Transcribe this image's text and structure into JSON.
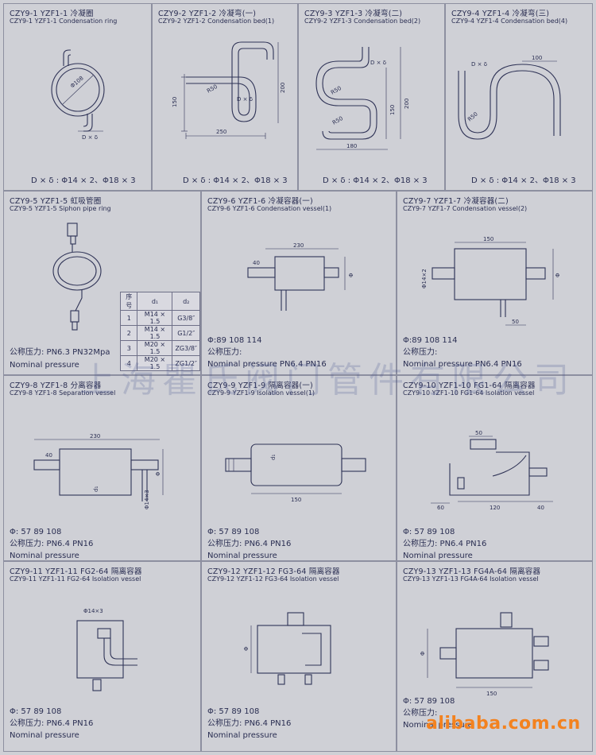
{
  "items": [
    {
      "id": "c1",
      "title": "CZY9-1  YZF1-1 冷凝圈",
      "subtitle": "CZY9-1  YZF1-1 Condensation ring",
      "spec": "D × δ : Φ14 × 2、Φ18 × 3",
      "dims": [
        "Φ108",
        "D × δ"
      ]
    },
    {
      "id": "c2",
      "title": "CZY9-2  YZF1-2 冷凝弯(一)",
      "subtitle": "CZY9-2  YZF1-2 Condensation bed(1)",
      "spec": "D × δ : Φ14 × 2、Φ18 × 3",
      "dims": [
        "R50",
        "150",
        "200",
        "D × δ",
        "250"
      ]
    },
    {
      "id": "c3",
      "title": "CZY9-3  YZF1-3 冷凝弯(二)",
      "subtitle": "CZY9-2  YZF1-3 Condensation bed(2)",
      "spec": "D × δ : Φ14 × 2、Φ18 × 3",
      "dims": [
        "D × δ",
        "R50",
        "R50",
        "150",
        "200",
        "180"
      ]
    },
    {
      "id": "c4",
      "title": "CZY9-4  YZF1-4 冷凝弯(三)",
      "subtitle": "CZY9-4  YZF1-4 Condensation bed(4)",
      "spec": "D × δ : Φ14 × 2、Φ18 × 3",
      "dims": [
        "D × δ",
        "100",
        "R50"
      ]
    },
    {
      "id": "c5",
      "title": "CZY9-5  YZF1-5 虹吸管圈",
      "subtitle": "CZY9-5  YZF1-5 Siphon pipe ring",
      "pressure": "公称压力: PN6.3  PN32Mpa",
      "nominal": "Nominal pressure",
      "table": {
        "headers": [
          "序号",
          "d₁",
          "d₂"
        ],
        "rows": [
          [
            "1",
            "M14 × 1.5",
            "G3/8″"
          ],
          [
            "2",
            "M14 × 1.5",
            "G1/2″"
          ],
          [
            "3",
            "M20 × 1.5",
            "ZG3/8″"
          ],
          [
            "4",
            "M20 × 1.5",
            "ZG1/2″"
          ]
        ]
      }
    },
    {
      "id": "c6",
      "title": "CZY9-6  YZF1-6 冷凝容器(一)",
      "subtitle": "CZY9-6  YZF1-6  Condensation vessel(1)",
      "phi": "Φ:89  108  114",
      "pressure": "公称压力:",
      "nominal": "Nominal pressure PN6.4  PN16",
      "dims": [
        "230",
        "40",
        "Φ"
      ]
    },
    {
      "id": "c7",
      "title": "CZY9-7  YZF1-7 冷凝容器(二)",
      "subtitle": "CZY9-7  YZF1-7  Condensation vessel(2)",
      "phi": "Φ:89  108  114",
      "pressure": "公称压力:",
      "nominal": "Nominal pressure PN6.4  PN16",
      "dims": [
        "150",
        "Φ14×2",
        "Φ",
        "50"
      ]
    },
    {
      "id": "c8",
      "title": "CZY9-8  YZF1-8 分离容器",
      "subtitle": "CZY9-8  YZF1-8  Separation vessel",
      "phi": "Φ: 57  89  108",
      "pressure": "公称压力:  PN6.4    PN16",
      "nominal": "Nominal pressure",
      "dims": [
        "230",
        "40",
        "Φ",
        "Φ14×3",
        "d₁"
      ]
    },
    {
      "id": "c9",
      "title": "CZY9-9  YZF1-9 隔离容器(一)",
      "subtitle": "CZY9-9  YZF1-9 Isolation  vessel(1)",
      "phi": "Φ: 57  89  108",
      "pressure": "公称压力:  PN6.4    PN16",
      "nominal": "Nominal pressure",
      "dims": [
        "150",
        "d₁"
      ]
    },
    {
      "id": "c10",
      "title": "CZY9-10  YZF1-10  FG1-64 隔离容器",
      "subtitle": "CZY9-10  YZF1-10  FG1-64 Isolation vessel",
      "phi": "Φ: 57  89  108",
      "pressure": "公称压力:  PN6.4    PN16",
      "nominal": "Nominal pressure",
      "dims": [
        "50",
        "60",
        "120",
        "40"
      ]
    },
    {
      "id": "c11",
      "title": "CZY9-11   YZF1-11  FG2-64 隔离容器",
      "subtitle": "CZY9-11  YZF1-11  FG2-64 Isolation vessel",
      "phi": "Φ: 57  89  108",
      "pressure": "公称压力:  PN6.4    PN16",
      "nominal": "Nominal pressure",
      "dims": [
        "Φ14×3"
      ]
    },
    {
      "id": "c12",
      "title": "CZY9-12  YZF1-12  FG3-64 隔离容器",
      "subtitle": "CZY9-12  YZF1-12  FG3-64 Isolation vessel",
      "phi": "Φ: 57  89  108",
      "pressure": "公称压力:  PN6.4    PN16",
      "nominal": "Nominal pressure",
      "dims": [
        "Φ"
      ]
    },
    {
      "id": "c13",
      "title": "CZY9-13  YZF1-13  FG4A-64 隔离容器",
      "subtitle": "CZY9-13  YZF1-13  FG4A-64 Isolation vessel",
      "phi": "Φ: 57  89  108",
      "pressure": "公称压力:",
      "nominal": "Nominal pressure",
      "dims": [
        "150",
        "Φ"
      ]
    }
  ],
  "watermark": "上海瞿氏阀门管件有限公司",
  "site_mark": "alibaba.com.cn",
  "colors": {
    "ink": "#2a2e52",
    "paper": "#cfd0d6",
    "watermark": "#f3821f"
  }
}
